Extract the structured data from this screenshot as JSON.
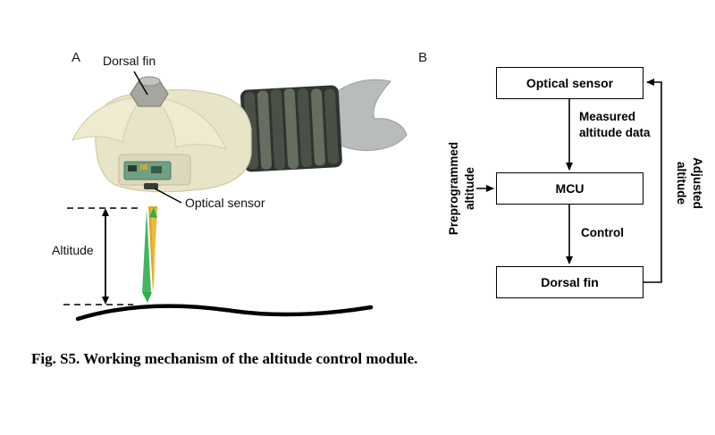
{
  "figure": {
    "caption": "Fig. S5. Working mechanism of the altitude control module."
  },
  "panel_a": {
    "label": "A",
    "dorsal_fin_label": "Dorsal fin",
    "optical_sensor_label": "Optical sensor",
    "altitude_label": "Altitude"
  },
  "panel_b": {
    "label": "B",
    "boxes": {
      "optical_sensor": "Optical sensor",
      "mcu": "MCU",
      "dorsal_fin": "Dorsal fin"
    },
    "labels": {
      "measured": "Measured altitude data",
      "control": "Control",
      "preprogrammed": "Preprogrammed altitude",
      "adjusted": "Adjusted altitude"
    }
  },
  "colors": {
    "body_cream": "#e8e4c8",
    "tail_gray": "#b8bcbb",
    "bellows_dark": "#4a5047",
    "beam_orange": "#dfa11d",
    "beam_green": "#2fae4e",
    "line_black": "#000000"
  }
}
